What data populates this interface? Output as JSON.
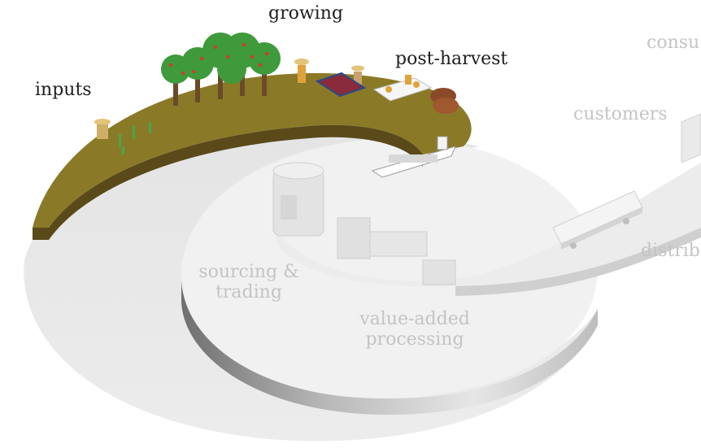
{
  "stages": {
    "inputs": "inputs",
    "growing": "growing",
    "post_harvest": "post-harvest",
    "sourcing_line1": "sourcing &",
    "sourcing_line2": "trading",
    "processing_line1": "value-added",
    "processing_line2": "processing",
    "distribution": "distrib",
    "customers": "customers",
    "consumers": "consu"
  },
  "colors": {
    "soil_top": "#8a7a28",
    "soil_side": "#5a4a1a",
    "disc_light": "#ebebeb",
    "disc_side": "#c7c7c7",
    "active_label": "#1e1e1e",
    "inactive_label": "#c4c4c4"
  },
  "icons": [
    "farmer-icon",
    "tree-icon",
    "harvest-mat-icon",
    "sorting-table-icon",
    "sack-icon",
    "cargo-ship-icon",
    "silo-icon",
    "factory-machine-icon",
    "truck-icon",
    "warehouse-icon"
  ]
}
